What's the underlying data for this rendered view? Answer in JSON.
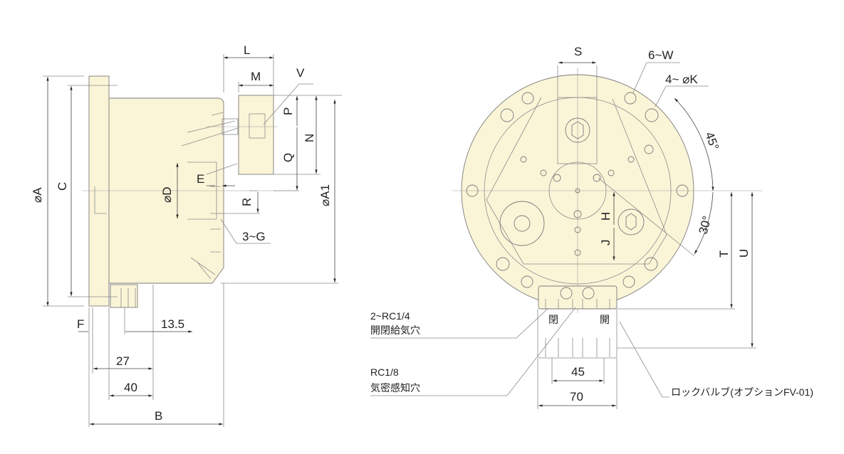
{
  "side_view": {
    "labels": {
      "L": "L",
      "M": "M",
      "V": "V",
      "P": "P",
      "N": "N",
      "Q": "Q",
      "A": "⌀A",
      "C": "C",
      "D": "⌀D",
      "E": "E",
      "R": "R",
      "A1": "⌀A1",
      "G": "3~G"
    },
    "bottom_dims": {
      "F": "F",
      "d13_5": "13.5",
      "d27": "27",
      "d40": "40",
      "B": "B"
    }
  },
  "front_view": {
    "labels": {
      "S": "S",
      "W": "6~W",
      "K": "4~ ⌀K",
      "angle45": "45°",
      "angle30": "30°",
      "H": "H",
      "J": "J",
      "T": "T",
      "U": "U",
      "d45": "45",
      "d70": "70",
      "close": "閉",
      "open": "開"
    },
    "callouts": {
      "supply_line1": "2~RC1/4",
      "supply_line2": "開閉給気穴",
      "sense_line1": "RC1/8",
      "sense_line2": "気密感知穴",
      "lock_valve": "ロックバルブ(オプションFV-01)"
    }
  },
  "colors": {
    "part_fill": "#fbf5d8",
    "line": "#7a7a7a"
  }
}
